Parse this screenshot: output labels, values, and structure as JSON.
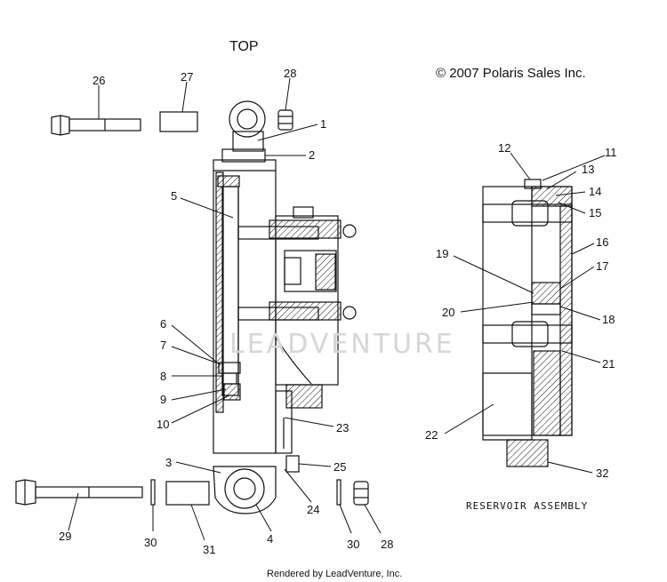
{
  "header": {
    "top_label": "TOP",
    "copyright": "© 2007 Polaris Sales Inc."
  },
  "reservoir_caption": "RESERVOIR ASSEMBLY",
  "watermark": "LEADVENTURE",
  "footer": "Rendered by LeadVenture, Inc.",
  "callouts": [
    "1",
    "2",
    "3",
    "4",
    "5",
    "6",
    "7",
    "8",
    "9",
    "10",
    "11",
    "12",
    "13",
    "14",
    "15",
    "16",
    "17",
    "18",
    "19",
    "20",
    "21",
    "22",
    "23",
    "24",
    "25",
    "26",
    "27",
    "28",
    "28",
    "29",
    "30",
    "30",
    "31",
    "32"
  ]
}
